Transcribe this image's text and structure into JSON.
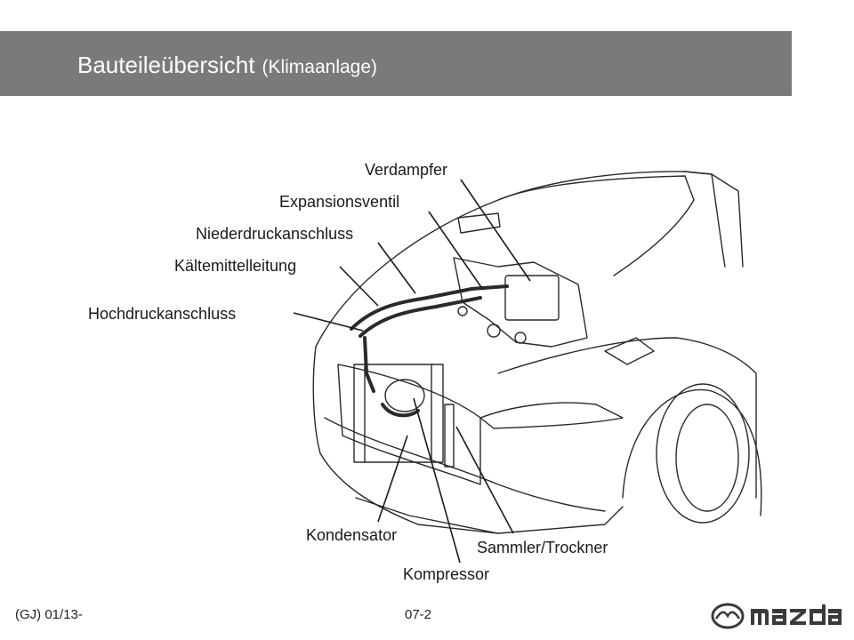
{
  "title": {
    "main": "Bauteileübersicht",
    "sub": "(Klimaanlage)"
  },
  "labels": {
    "verdampfer": "Verdampfer",
    "expansionsventil": "Expansionsventil",
    "niederdruck": "Niederdruckanschluss",
    "kaeltemittel": "Kältemittelleitung",
    "hochdruck": "Hochdruckanschluss",
    "kondensator": "Kondensator",
    "sammler": "Sammler/Trockner",
    "kompressor": "Kompressor"
  },
  "footer": {
    "code": "(GJ) 01/13-",
    "page": "07-2"
  },
  "logo": {
    "brand": "mazda",
    "icon": "mazda-logo-icon"
  },
  "colors": {
    "title_bar": "#7a7a7a",
    "title_text": "#ffffff",
    "line": "#222222"
  }
}
